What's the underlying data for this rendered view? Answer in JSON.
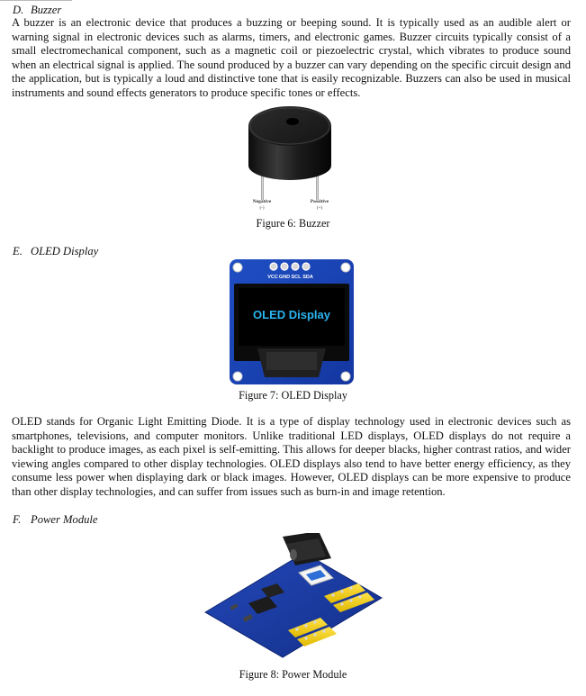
{
  "sections": {
    "buzzer": {
      "letter": "D.",
      "title": "Buzzer",
      "paragraph": "A buzzer is an electronic device that produces a buzzing or beeping sound. It is typically used as an audible alert or warning signal in electronic devices such as alarms, timers, and electronic games. Buzzer circuits typically consist of a small electromechanical component, such as a magnetic coil or piezoelectric crystal, which vibrates to produce sound when an electrical signal is applied. The sound produced by a buzzer can vary depending on the specific circuit design and the application, but is typically a loud and distinctive tone that is easily recognizable. Buzzers can also be used in musical instruments and sound effects generators to produce specific tones or effects.",
      "figure": {
        "caption": "Figure 6: Buzzer",
        "negative_label": "Negative",
        "negative_sign": "(-)",
        "positive_label": "Possitive",
        "positive_sign": "(+)"
      }
    },
    "oled": {
      "letter": "E.",
      "title": "OLED Display",
      "figure": {
        "caption": "Figure 7: OLED Display",
        "screen_text": "OLED Display",
        "pins": [
          "VCC",
          "GND",
          "SCL",
          "SDA"
        ]
      },
      "paragraph": "OLED stands for Organic Light Emitting Diode. It is a type of display technology used in electronic devices such as smartphones, televisions, and computer monitors. Unlike traditional LED displays, OLED displays do not require a backlight to produce images, as each pixel is self-emitting. This allows for deeper blacks, higher contrast ratios, and wider viewing angles compared to other display technologies. OLED displays also tend to have better energy efficiency, as they consume less power when displaying dark or black images. However, OLED displays can be more expensive to produce than other display technologies, and can suffer from issues such as burn-in and image retention."
    },
    "power": {
      "letter": "F.",
      "title": "Power Module",
      "figure": {
        "caption": "Figure 8: Power Module"
      }
    }
  }
}
